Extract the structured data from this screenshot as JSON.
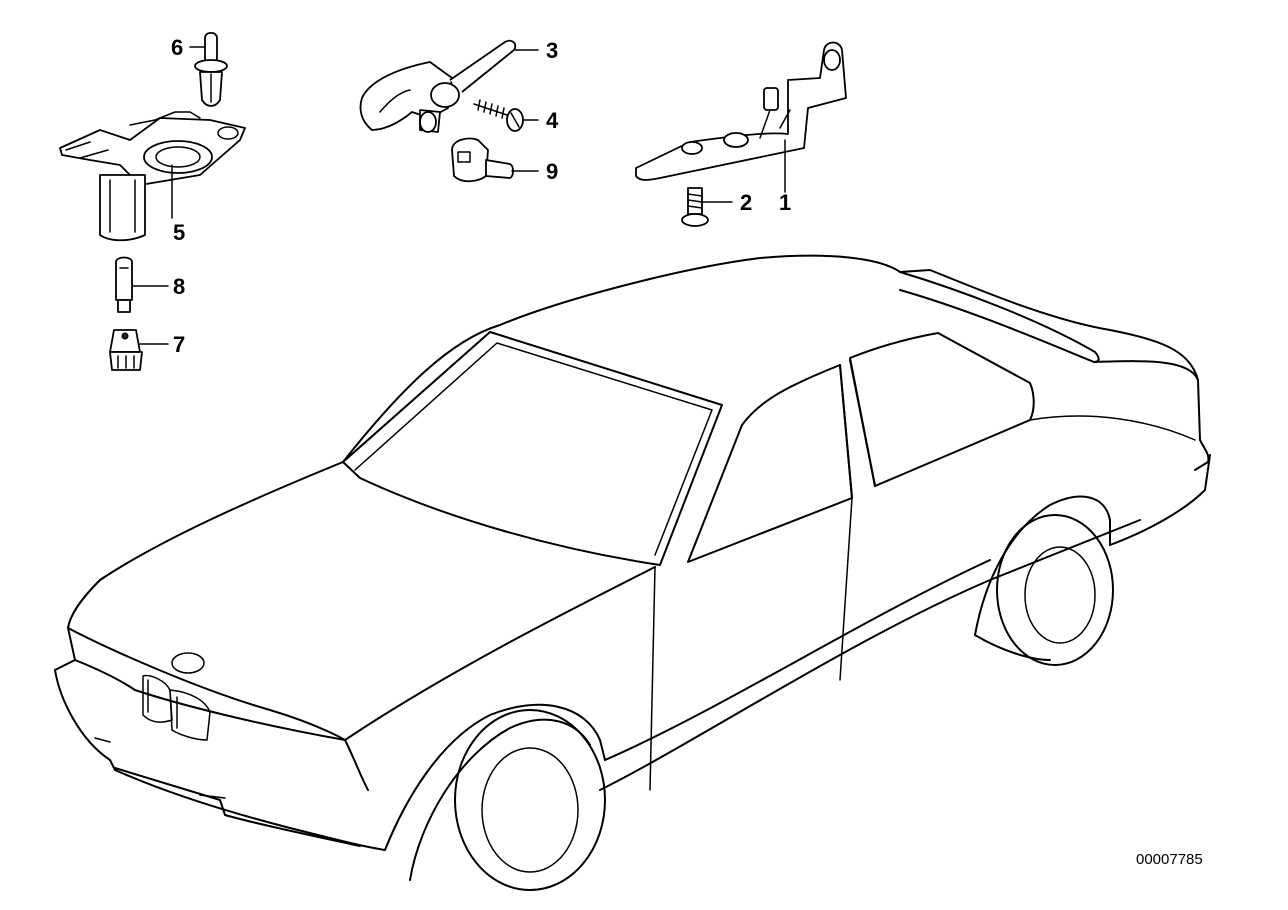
{
  "diagram": {
    "callouts": [
      "1",
      "2",
      "3",
      "4",
      "5",
      "6",
      "7",
      "8",
      "9"
    ],
    "drawing_number": "00007785"
  }
}
